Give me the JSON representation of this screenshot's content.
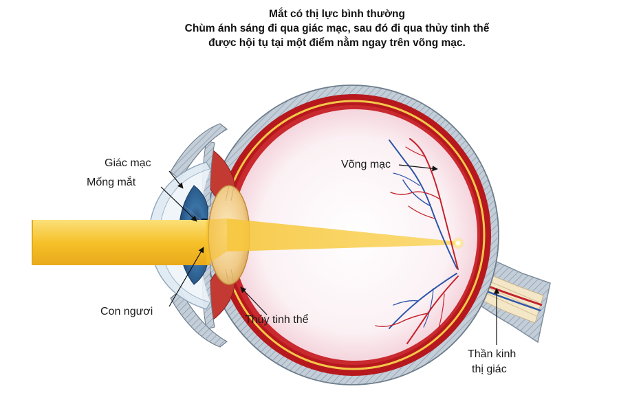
{
  "title": {
    "line1": "Mắt có thị lực bình thường",
    "line2": "Chùm ánh sáng đi qua giác mạc, sau đó đi qua thủy tinh thể",
    "line3": "được hội tụ tại một điểm nằm ngay trên võng mạc."
  },
  "labels": {
    "cornea": "Giác mạc",
    "iris": "Mống mắt",
    "pupil": "Con ngươi",
    "lens": "Thủy tinh thể",
    "retina": "Võng mạc",
    "optic_nerve_line1": "Thần kinh",
    "optic_nerve_line2": "thị giác"
  },
  "colors": {
    "sclera": "#b9c6d2",
    "choroid": "#b7181e",
    "retina_layer": "#f3c84a",
    "vitreous": "#fbf3f5",
    "iris": "#2b5d8c",
    "lens": "#f2cf8c",
    "light_beam": "#f7c531",
    "vein": "#2d55a8",
    "artery": "#c4222b"
  }
}
